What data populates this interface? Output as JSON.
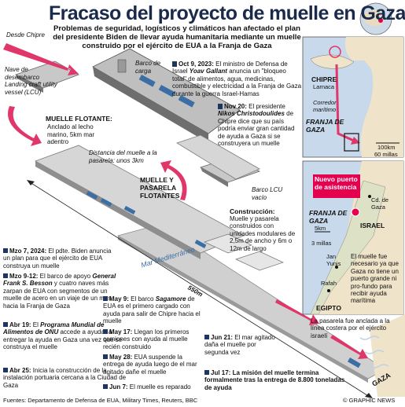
{
  "title": "Fracaso del proyecto de muelle en Gaza",
  "subtitle": "Problemas de seguridad, logísticos y climáticos han afectado el plan del presidente Biden de llevar ayuda humanitaria mediante un muelle construido por el ejército de EUA a la Franja de Gaza",
  "labels": {
    "desde_chipre": "Desde Chipre",
    "lcu": "Nave de desembarco Landing craft utility vessel (LCU)",
    "barco_carga": "Barco de carga",
    "muelle_flotante_title": "MUELLE FLOTANTE:",
    "muelle_flotante_text": "Anclado al lecho marino, 5km mar adentro",
    "distancia": "Distancia del muelle a la pasarela: unos 3km",
    "muelle_pasarela": "MUELLE Y PASARELA FLOTANTES",
    "barco_lcu": "Barco LCU vacío",
    "construccion_title": "Construcción:",
    "construccion_text": "Muelle y pasarela construidos con unidades modulares de 2,5m de ancho y 6m o 12m de largo",
    "mar": "Mar Mediterráneo",
    "distance_550": "550m",
    "pasarela_anclada": "La pasarela fue anclada a la línea costera por el ejército israelí",
    "gaza_beach": "GAZA"
  },
  "timeline_top": [
    {
      "date": "Oct 9, 2023:",
      "pre": " El ministro de Defensa de Israel ",
      "name": "Yoav Gallant",
      "post": " anuncia un \"bloqueo total\" de alimentos, agua, medicinas, combustible y electricidad a la Franja de Gaza durante la guerra Israel-Hamas"
    },
    {
      "date": "Nov 20:",
      "pre": " El presidente ",
      "name": "Nikos Christodoulides",
      "post": " de Chipre dice que su país podría enviar gran cantidad de ayuda a Gaza si se construyera un muelle"
    }
  ],
  "timeline_left": [
    {
      "date": "Mzo 7, 2024:",
      "text": " El pdte. Biden anuncia un plan para que el ejército de EUA construya un muelle"
    },
    {
      "date": "Mzo 9-12:",
      "pre": " El barco de apoyo ",
      "name": "General Frank S. Besson",
      "post": " y cuatro naves más zarpan de EUA con segmentos de un muelle de acero en un viaje de un mes hacia la Franja de Gaza"
    },
    {
      "date": "Abr 19:",
      "pre": " El ",
      "name": "Programa Mundial de Alimentos de ONU",
      "post": " accede a ayudar a entregar la ayuda en Gaza una vez que se construya el muelle"
    },
    {
      "date": "Abr 25:",
      "text": " Inicia la construcción de la instalación portuaria cercana a la Ciudad de Gaza"
    }
  ],
  "timeline_mid": [
    {
      "date": "May 9:",
      "pre": " El barco ",
      "name": "Sagamore",
      "post": " de EUA es el primero cargado con ayuda para salir de Chipre hacia el muelle"
    },
    {
      "date": "May 17:",
      "text": " Llegan los primeros camiones con ayuda al muelle recién construido"
    },
    {
      "date": "May 28:",
      "text": " EUA suspende la entrega de ayuda luego de el mar agitado dañe el muelle"
    },
    {
      "date": "Jun 7:",
      "text": " El muelle es reparado"
    }
  ],
  "timeline_right": [
    {
      "date": "Jun 21:",
      "text": " El mar agitado daña el muelle por segunda vez"
    },
    {
      "date": "Jul 17:",
      "bold": " La misión del muelle termina formalmente tras la entrega de 8.800 toneladas de ayuda"
    }
  ],
  "map_top": {
    "chipre": "CHIPRE",
    "larnaca": "Larnaca",
    "corredor": "Corredor marítimo",
    "franja": "FRANJA DE GAZA",
    "scale_km": "100km",
    "scale_mi": "60 millas"
  },
  "map_bottom": {
    "nuevo_puerto": "Nuevo puerto de asistencia",
    "franja": "FRANJA DE GAZA",
    "cd_gaza": "Cd. de Gaza",
    "israel": "ISRAEL",
    "scale_km": "5km",
    "scale_mi": "3 millas",
    "jan_yunis": "Jan Yunis",
    "rafah": "Rafah",
    "egipto": "EGIPTO",
    "note": "El muelle fue necesario ya que Gaza no tiene un puerto grande ni pro-fundo para recibir ayuda marítima"
  },
  "footer": "Fuentes: Departamento de Defensa de EUA, Military Times, Reuters, BBC",
  "credit": "© GRAPHIC NEWS",
  "colors": {
    "sea": "#c7d9ea",
    "pier": "#d3d3d3",
    "arrow": "#e0366a",
    "navy": "#1d3560",
    "land": "#efe3c9",
    "badge": "#e4004f"
  }
}
